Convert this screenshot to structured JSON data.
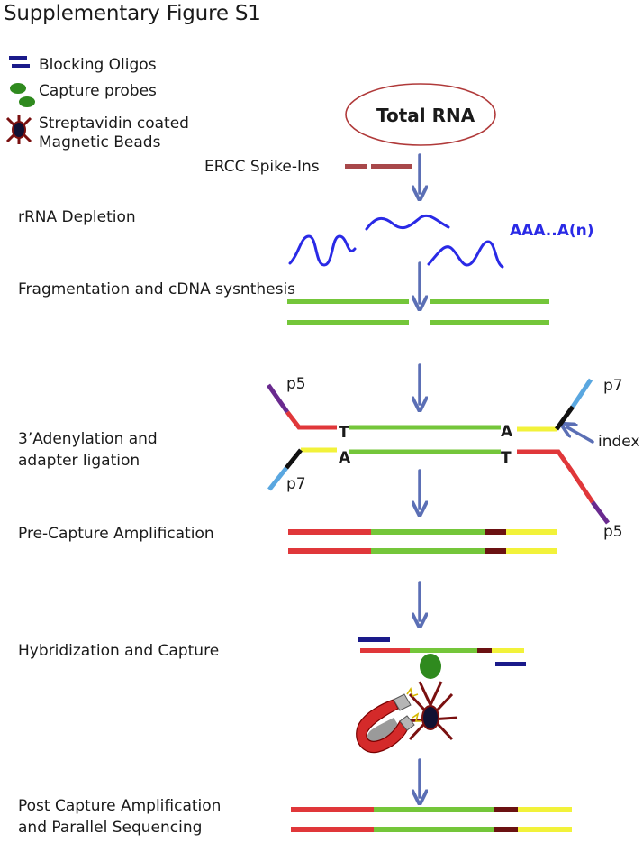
{
  "figure": {
    "title": "Supplementary Figure S1"
  },
  "legend": {
    "blocking_oligos": "Blocking  Oligos",
    "capture_probes": "Capture probes",
    "beads_line1": "Streptavidin coated",
    "beads_line2": "Magnetic Beads"
  },
  "start_node": {
    "label": "Total RNA"
  },
  "steps": {
    "ercc": "ERCC Spike-Ins",
    "rrna": "rRNA Depletion",
    "fragmentation": "Fragmentation and cDNA sysnthesis",
    "adenylation_line1": "3’Adenylation and",
    "adenylation_line2": "adapter ligation",
    "precapture": "Pre-Capture Amplification",
    "hybridization": "Hybridization and Capture",
    "post_line1": "Post Capture Amplification",
    "post_line2": "and Parallel Sequencing"
  },
  "labels": {
    "polya": "AAA..A(n)",
    "p5_top": "p5",
    "p7_top": "p7",
    "index": "index",
    "p7_bottom": "p7",
    "p5_bottom": "p5",
    "t_top": "T",
    "a_top": "A",
    "a_bottom": "A",
    "t_bottom": "T"
  },
  "colors": {
    "arrow": "#5b6fb5",
    "rrna": "#2a2ae6",
    "polya_text": "#2a2ae6",
    "ercc": "#a8484a",
    "insert": "#74c63a",
    "adapter_red": "#e0373a",
    "adapter_purple": "#6a2a8f",
    "adapter_black": "#111111",
    "adapter_lightblue": "#5aa7e0",
    "adapter_yellow": "#f2f23a",
    "adapter_darkred": "#6b1212",
    "blocking": "#1a1a8a",
    "probe": "#2f8a1e",
    "bead_outline": "#7a1010",
    "ellipse": "#b03a3a"
  }
}
